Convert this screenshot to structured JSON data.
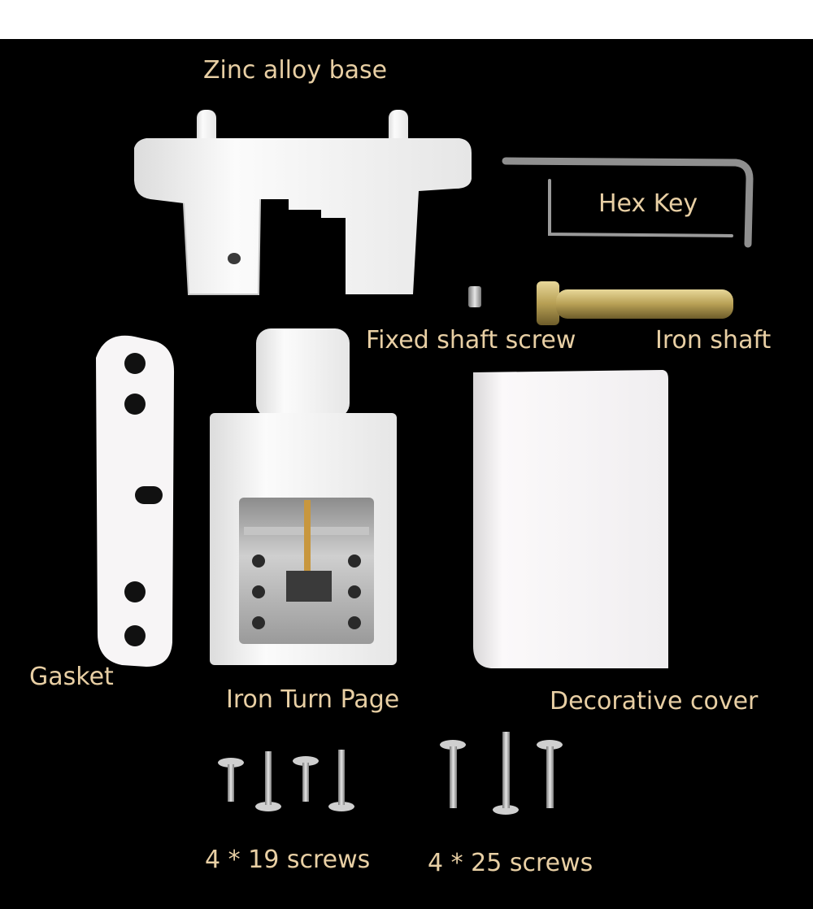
{
  "labels": {
    "zinc_alloy_base": "Zinc alloy base",
    "hex_key": "Hex Key",
    "fixed_shaft_screw": "Fixed shaft screw",
    "iron_shaft": "Iron shaft",
    "gasket": "Gasket",
    "iron_turn_page": "Iron Turn Page",
    "decorative_cover": "Decorative cover",
    "screws_19": "4 * 19 screws",
    "screws_25": "4 * 25 screws"
  },
  "colors": {
    "background": "#000000",
    "label_text": "#e8cfa4",
    "white_part": "#f7f5f6",
    "brass": "#c9b06a",
    "steel": "#a8a8a8"
  }
}
